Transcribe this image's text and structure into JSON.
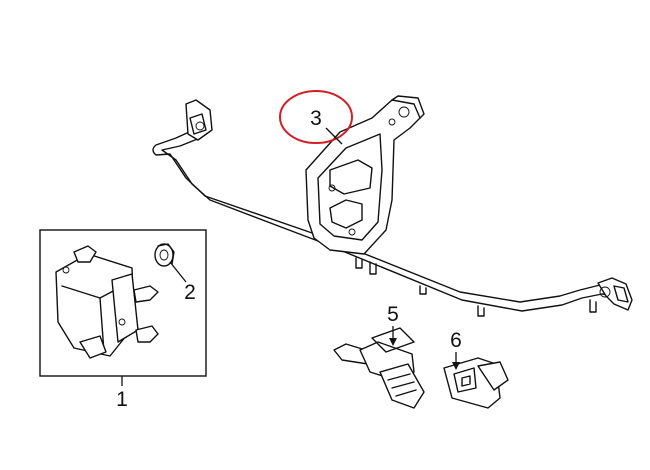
{
  "callouts": [
    {
      "id": "1",
      "text": "1"
    },
    {
      "id": "2",
      "text": "2"
    },
    {
      "id": "3",
      "text": "3"
    },
    {
      "id": "5",
      "text": "5"
    },
    {
      "id": "6",
      "text": "6"
    }
  ],
  "colors": {
    "line": "#111111",
    "highlight_circle": "#d21f26",
    "background": "#ffffff"
  }
}
